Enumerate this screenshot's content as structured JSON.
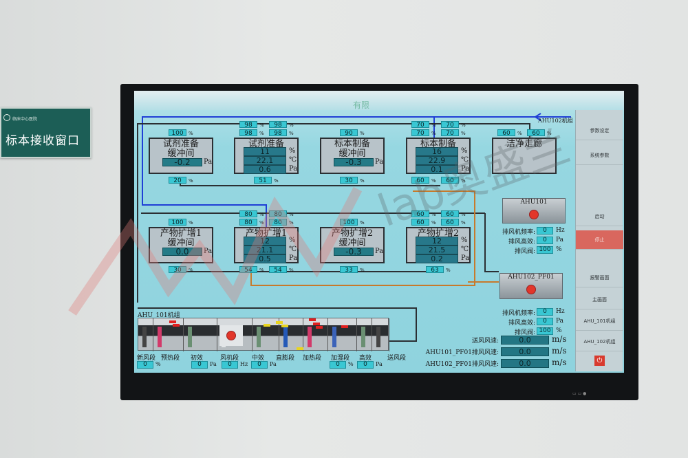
{
  "wall_sign": {
    "org": "临床中心医院",
    "title": "标本接收窗口"
  },
  "screen_header": "有限",
  "ahu102_label": "AHU102机组",
  "tag_unit": "%",
  "rooms": [
    {
      "name": "试剂准备\n缓冲间",
      "top": [
        [
          "100"
        ]
      ],
      "bottom": [
        [
          "20"
        ]
      ],
      "readings": [
        {
          "value": "-0.2",
          "unit": "Pa"
        }
      ]
    },
    {
      "name": "试剂准备",
      "top": [
        [
          "98",
          "98"
        ],
        [
          "98",
          "98"
        ]
      ],
      "bottom": [
        [
          "51"
        ]
      ],
      "readings": [
        {
          "value": "11",
          "unit": "%"
        },
        {
          "value": "22.1",
          "unit": "℃"
        },
        {
          "value": "0.6",
          "unit": "Pa"
        }
      ]
    },
    {
      "name": "标本制备\n缓冲间",
      "top": [
        [
          "90"
        ]
      ],
      "bottom": [
        [
          "30"
        ]
      ],
      "readings": [
        {
          "value": "-0.3",
          "unit": "Pa"
        }
      ]
    },
    {
      "name": "标本制备",
      "top": [
        [
          "70",
          "70"
        ],
        [
          "70",
          "70"
        ]
      ],
      "bottom": [
        [
          "60"
        ],
        [
          "60"
        ]
      ],
      "readings": [
        {
          "value": "16",
          "unit": "%"
        },
        {
          "value": "22.9",
          "unit": "℃"
        },
        {
          "value": "0.1",
          "unit": "Pa"
        }
      ]
    },
    {
      "name": "洁净走廊",
      "top": [
        [
          "60"
        ],
        [
          "60"
        ]
      ],
      "bottom": [],
      "readings": []
    },
    {
      "name": "产物扩增1\n缓冲间",
      "top": [
        [
          "100"
        ]
      ],
      "bottom": [
        [
          "30"
        ]
      ],
      "readings": [
        {
          "value": "0.0",
          "unit": "Pa"
        }
      ]
    },
    {
      "name": "产物扩增1",
      "top": [
        [
          "80",
          "80"
        ],
        [
          "80",
          "80"
        ]
      ],
      "bottom": [
        [
          "54"
        ],
        [
          "54"
        ]
      ],
      "readings": [
        {
          "value": "12",
          "unit": "%"
        },
        {
          "value": "21.1",
          "unit": "℃"
        },
        {
          "value": "0.5",
          "unit": "Pa"
        }
      ]
    },
    {
      "name": "产物扩增2\n缓冲间",
      "top": [
        [
          "100"
        ]
      ],
      "bottom": [
        [
          "33"
        ]
      ],
      "readings": [
        {
          "value": "-0.3",
          "unit": "Pa"
        }
      ]
    },
    {
      "name": "产物扩增2",
      "top": [
        [
          "60",
          "60"
        ],
        [
          "60",
          "60"
        ]
      ],
      "bottom": [
        [
          "63"
        ]
      ],
      "readings": [
        {
          "value": "12",
          "unit": "%"
        },
        {
          "value": "21.5",
          "unit": "℃"
        },
        {
          "value": "0.2",
          "unit": "Pa"
        }
      ]
    }
  ],
  "exhaust": [
    {
      "title": "AHU101",
      "rows": [
        {
          "label": "排风机频率:",
          "value": "0",
          "unit": "Hz"
        },
        {
          "label": "排风高效:",
          "value": "0",
          "unit": "Pa"
        },
        {
          "label": "排风阀:",
          "value": "100",
          "unit": "%"
        }
      ]
    },
    {
      "title": "AHU102_PF01",
      "rows": [
        {
          "label": "排风机频率:",
          "value": "0",
          "unit": "Hz"
        },
        {
          "label": "排风高效:",
          "value": "0",
          "unit": "Pa"
        },
        {
          "label": "排风阀:",
          "value": "100",
          "unit": "%"
        }
      ]
    }
  ],
  "speeds": [
    {
      "label": "送风风速:",
      "value": "0.0",
      "unit": "m/s"
    },
    {
      "label": "AHU101_PF01排风风速:",
      "value": "0.0",
      "unit": "m/s"
    },
    {
      "label": "AHU102_PF01排风风速:",
      "value": "0.0",
      "unit": "m/s"
    }
  ],
  "ahu101": {
    "title": "AHU_101机组",
    "sections": [
      "新风段",
      "预热段",
      "初效",
      "风机段",
      "中效",
      "直膨段",
      "加热段",
      "加湿段",
      "高效",
      "送风段"
    ],
    "values": [
      {
        "value": "0",
        "unit": "%"
      },
      {
        "value": "0",
        "unit": "Pa"
      },
      {
        "value": "0",
        "unit": "Hz"
      },
      {
        "value": "0",
        "unit": "Pa"
      },
      {
        "value": "0",
        "unit": "%"
      },
      {
        "value": "0",
        "unit": "Pa"
      }
    ]
  },
  "sidebar": [
    "参数设定",
    "系统参数",
    "启动",
    "停止",
    "报警画面",
    "主画面",
    "AHU_101机组",
    "AHU_102机组"
  ],
  "watermark": "lab奥盛兰",
  "colors": {
    "screen": "#8fd3de",
    "tag": "#39c7d3",
    "stop": "#d9675e",
    "pipe_blue": "#1f3fd6",
    "pipe_orange": "#c77a2c"
  }
}
